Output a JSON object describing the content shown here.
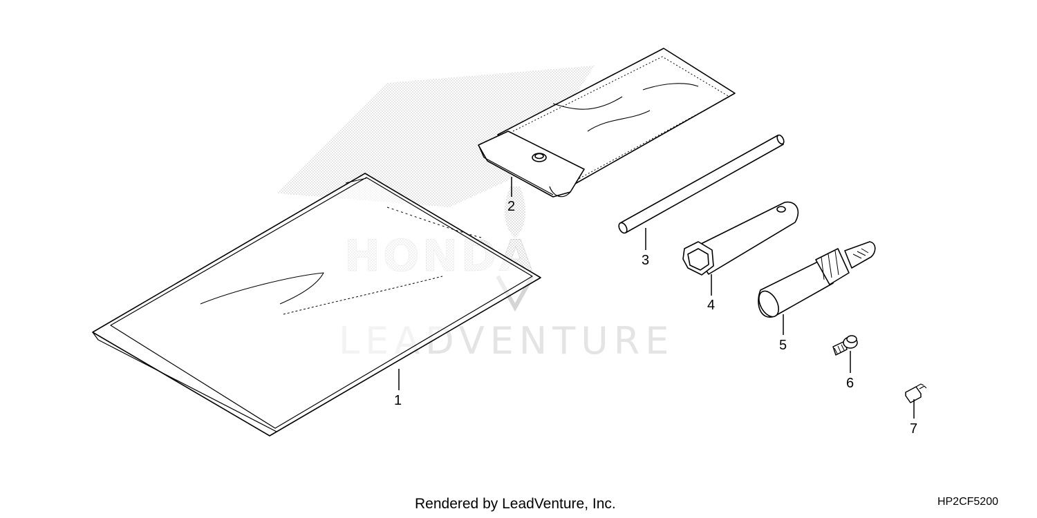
{
  "watermark": {
    "brand_logo": "HONDA",
    "vendor": "LEADVENTURE"
  },
  "footer": {
    "credit": "Rendered by LeadVenture, Inc.",
    "diagram_code": "HP2CF5200"
  },
  "callouts": [
    {
      "number": "1",
      "part": "tool-bag"
    },
    {
      "number": "2",
      "part": "tool-case"
    },
    {
      "number": "3",
      "part": "tommy-bar"
    },
    {
      "number": "4",
      "part": "box-wrench"
    },
    {
      "number": "5",
      "part": "screwdriver"
    },
    {
      "number": "6",
      "part": "bolt"
    },
    {
      "number": "7",
      "part": "fuse"
    }
  ],
  "colors": {
    "line": "#000000",
    "watermark": "#e4e4e4",
    "stipple": "#bdbdbd"
  }
}
